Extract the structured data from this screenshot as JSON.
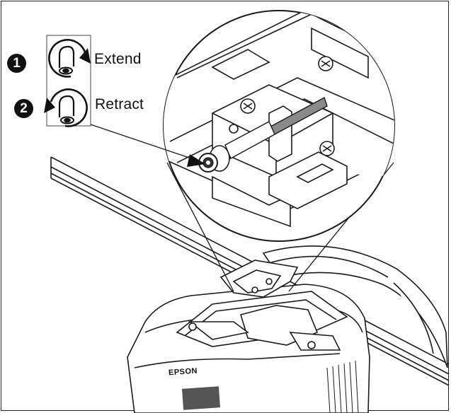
{
  "legend": {
    "steps": [
      {
        "number": "1",
        "label": "Extend",
        "icon": "rotate-clockwise-icon"
      },
      {
        "number": "2",
        "label": "Retract",
        "icon": "rotate-counterclockwise-icon"
      }
    ]
  },
  "device": {
    "brand": "EPSON"
  },
  "colors": {
    "line": "#1a1a1a",
    "rod": "#8a8a8a",
    "background": "#ffffff"
  }
}
